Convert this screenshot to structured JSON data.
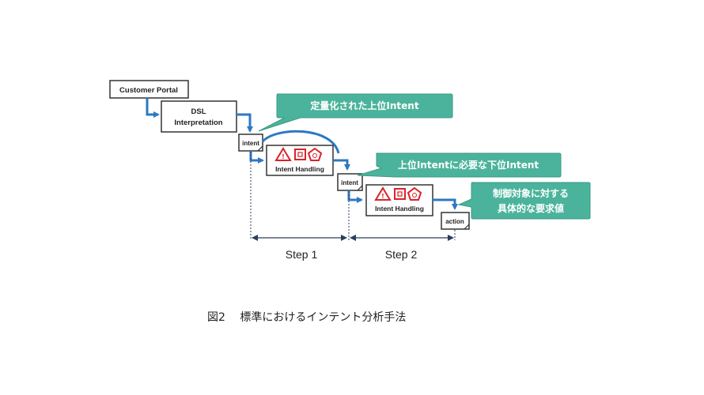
{
  "nodes": {
    "customer_portal": "Customer Portal",
    "dsl_line1": "DSL",
    "dsl_line2": "Interpretation",
    "intent_1": "intent",
    "intent_handling_1": "Intent Handling",
    "intent_2": "intent",
    "intent_handling_2": "Intent Handling",
    "action": "action"
  },
  "callouts": {
    "callout_1": "定量化された上位Intent",
    "callout_2": "上位Intentに必要な下位Intent",
    "callout_3_line1": "制御対象に対する",
    "callout_3_line2": "具体的な要求値"
  },
  "steps": {
    "step_1": "Step 1",
    "step_2": "Step 2"
  },
  "caption": "図2　 標準におけるインテント分析手法",
  "colors": {
    "arrow_blue": "#2e78c2",
    "callout_teal": "#4bb39b",
    "icon_red": "#d8232a"
  },
  "icons": [
    "warning-triangle-icon",
    "shield-square-icon",
    "pentagon-icon"
  ]
}
